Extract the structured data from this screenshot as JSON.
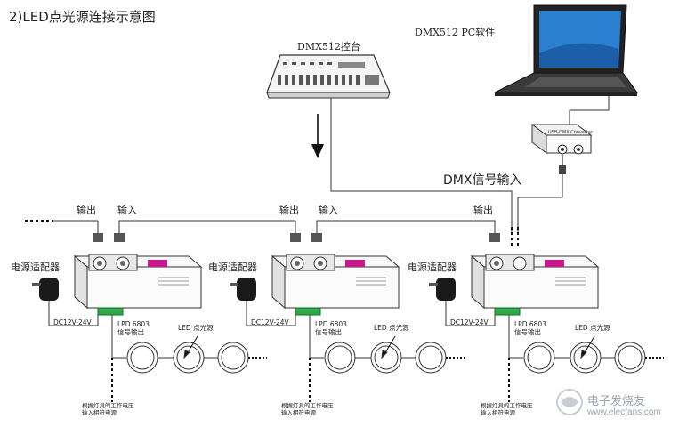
{
  "title": "2)LED点光源连接示意图",
  "console_label": "DMX512控台",
  "pc_label": "DMX512 PC软件",
  "converter_label": "USB-DMX Converter",
  "dmx_input_label": "DMX信号输入",
  "units": [
    {
      "adapter_label": "电源适配器",
      "output_label": "输出",
      "input_label": "输入",
      "dc_label": "DC12V-24V",
      "lpd_label": "LPD 6803\n信号输出",
      "led_label": "LED 点光源",
      "power_note": "根据灯具的工作电压\n输入相符电源"
    },
    {
      "adapter_label": "电源适配器",
      "output_label": "输出",
      "input_label": "输入",
      "dc_label": "DC12V-24V",
      "lpd_label": "LPD 6803\n信号输出",
      "led_label": "LED 点光源",
      "power_note": "根据灯具的工作电压\n输入相符电源"
    },
    {
      "adapter_label": "电源适配器",
      "output_label": "输出",
      "input_label": "",
      "dc_label": "DC12V-24V",
      "lpd_label": "LPD 6803\n信号输出",
      "led_label": "LED 点光源",
      "power_note": "根据灯具的工作电压\n输入相符电源"
    }
  ],
  "watermark": {
    "cn": "电子发烧友",
    "url": "www.elecfans.com"
  },
  "colors": {
    "controller_accent": "#c8188c",
    "terminal_green": "#2fa84a",
    "line": "#333333",
    "laptop_screen": "#2a7fd0"
  }
}
